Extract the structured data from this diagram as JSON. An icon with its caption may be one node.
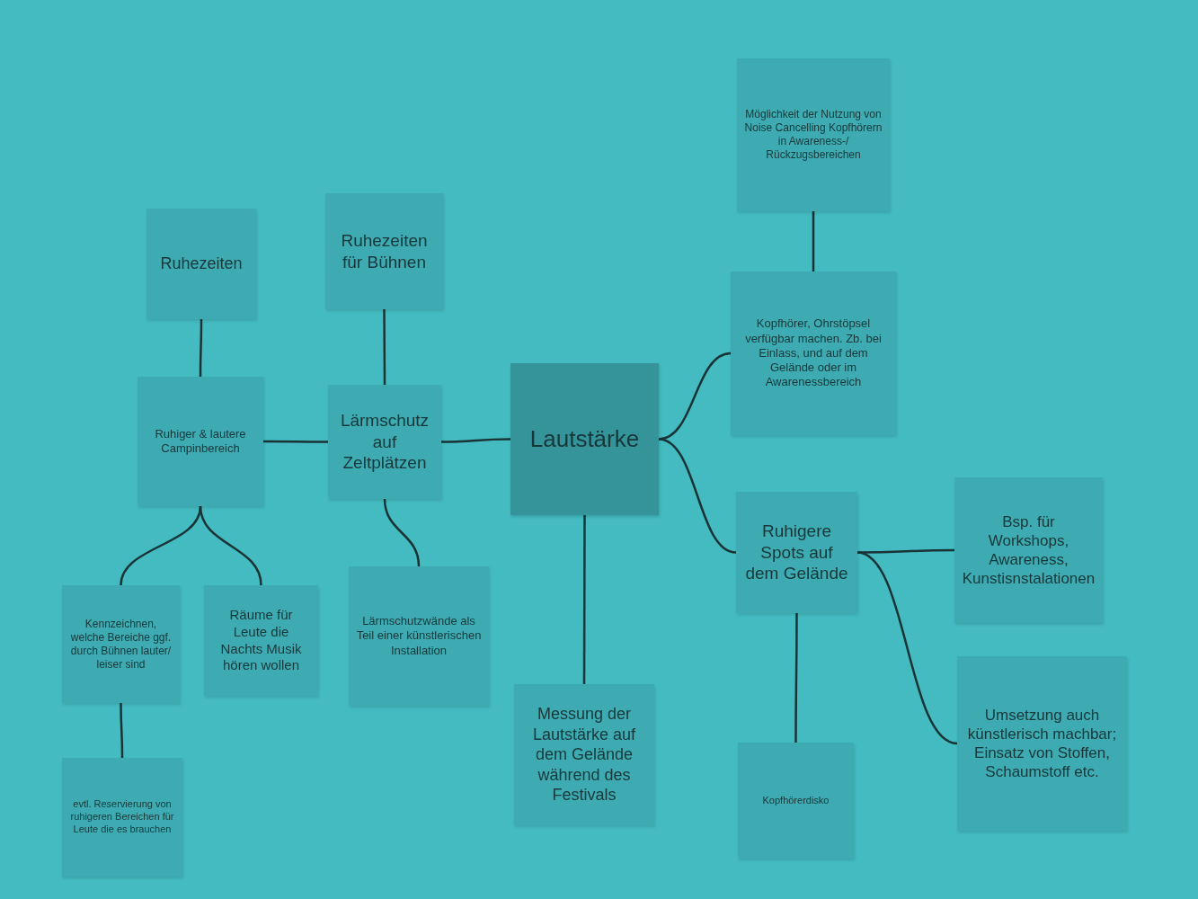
{
  "diagram": {
    "nodes": [
      {
        "text": [
          "Möglichkeit der Nutzung von Noise Cancelling Kopfhörern in Awareness-/ Rückzugsbereichen"
        ]
      },
      {
        "text": [
          "Ruhezeiten"
        ]
      },
      {
        "text": [
          "Ruhezeiten für Bühnen"
        ]
      },
      {
        "text": [
          "Kopfhörer, Ohrstöpsel verfügbar machen. Zb. bei Einlass, und auf dem Gelände oder im Awarenessbereich"
        ]
      },
      {
        "text": [
          "Lautstärke"
        ]
      },
      {
        "text": [
          "Ruhiger & lautere Campinbereich"
        ]
      },
      {
        "text": [
          "Lärmschutz auf Zeltplätzen"
        ]
      },
      {
        "text": [
          "Ruhigere Spots auf dem Gelände"
        ]
      },
      {
        "text": [
          "Bsp. für Workshops, Awareness, Kunstisnstalationen"
        ]
      },
      {
        "text": [
          "Kennzeichnen, welche Bereiche ggf. durch Bühnen lauter/ leiser sind"
        ]
      },
      {
        "text": [
          "Räume für Leute die Nachts Musik hören wollen"
        ]
      },
      {
        "text": [
          "Lärmschutzwände als Teil einer künstlerischen Installation"
        ]
      },
      {
        "text": [
          "Umsetzung auch künstlerisch machbar; Einsatz von Stoffen, Schaumstoff etc."
        ]
      },
      {
        "text": [
          "Messung der Lautstärke auf dem Gelände während des Festivals"
        ]
      },
      {
        "text": [
          "Kopfhörerdisko"
        ]
      },
      {
        "text": [
          "evtl. Reservierung von ruhigeren Bereichen für Leute die es brauchen"
        ]
      }
    ],
    "edges": [
      {
        "from": 1,
        "to": 5,
        "arrow": "none"
      },
      {
        "from": 2,
        "to": 6,
        "arrow": "none"
      },
      {
        "from": 5,
        "to": 6,
        "arrow": "none"
      },
      {
        "from": 6,
        "to": 4,
        "arrow": "none"
      },
      {
        "from": 0,
        "to": 3,
        "arrow": "none"
      },
      {
        "from": 4,
        "to": 3,
        "arrow": "none"
      },
      {
        "from": 4,
        "to": 7,
        "arrow": "none"
      },
      {
        "from": 5,
        "to": 9,
        "arrow": "none"
      },
      {
        "from": 5,
        "to": 10,
        "arrow": "none"
      },
      {
        "from": 6,
        "to": 11,
        "arrow": "none"
      },
      {
        "from": 4,
        "to": 13,
        "arrow": "none"
      },
      {
        "from": 7,
        "to": 8,
        "arrow": "none"
      },
      {
        "from": 7,
        "to": 12,
        "arrow": "none"
      },
      {
        "from": 7,
        "to": 14,
        "arrow": "none"
      },
      {
        "from": 9,
        "to": 15,
        "arrow": "none"
      }
    ]
  }
}
